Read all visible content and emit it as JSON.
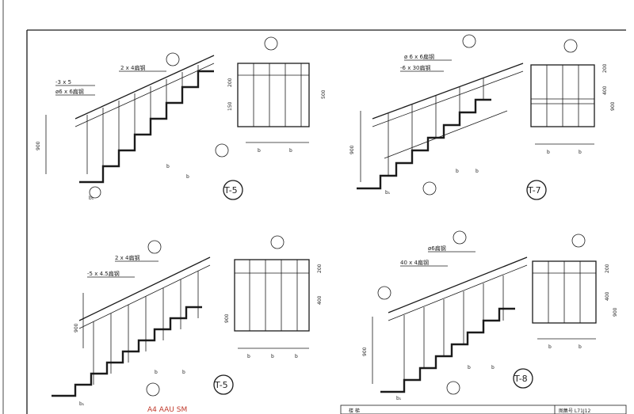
{
  "drawing": {
    "colors": {
      "ink": "#1b1b1b",
      "paper": "#ffffff",
      "red_stamp": "#c0392b"
    },
    "views": [
      {
        "id": "T-5",
        "stamp_label": "T-5",
        "callout_labels": [
          "2 x 4扁钢",
          "-3 x 5",
          "ø6 x 6扁钢"
        ],
        "dims": [
          "900",
          "b₁",
          "b",
          "b"
        ],
        "elev_dims": [
          "500",
          "200",
          "150"
        ],
        "elev_bottom": [
          "b",
          "b"
        ]
      },
      {
        "id": "T-7",
        "stamp_label": "T-7",
        "callout_labels": [
          "ø 6 x 6扁钢",
          "-6 x 30扁钢"
        ],
        "dims": [
          "900",
          "b₁",
          "b",
          "b"
        ],
        "elev_dims": [
          "200",
          "400",
          "900"
        ],
        "elev_bottom": [
          "b",
          "b"
        ]
      },
      {
        "id": "T-6a",
        "stamp_label": "T-5",
        "callout_labels": [
          "2 x 4扁钢",
          "-5 x 4.5扁钢"
        ],
        "dims": [
          "900",
          "b₁",
          "b",
          "b"
        ],
        "elev_dims": [
          "200",
          "400",
          "900"
        ],
        "elev_bottom": [
          "b",
          "b",
          "b"
        ]
      },
      {
        "id": "T-8",
        "stamp_label": "T-8",
        "callout_labels": [
          "ø6扁钢",
          "40 x 4扁钢"
        ],
        "dims": [
          "900",
          "b₁",
          "b",
          "b"
        ],
        "elev_dims": [
          "200",
          "400",
          "900"
        ],
        "elev_bottom": [
          "b",
          "b"
        ]
      }
    ],
    "bottom_red_text": "A4 AAU SM",
    "title_block_left": "楼  梯",
    "title_block_right": "图集号 L71J12"
  }
}
